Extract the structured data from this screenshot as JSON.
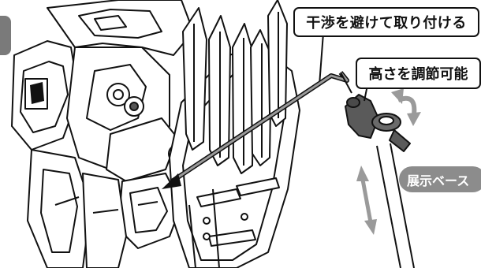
{
  "labels": {
    "avoid_interference": "干渉を避けて取り付ける",
    "height_adjustable": "高さを調節可能",
    "display_base": "展示ベース"
  },
  "colors": {
    "line": "#111111",
    "arrow_gray": "#8a8a8a",
    "pill_bg": "#8c8c8c",
    "joint_dark": "#5a5a5a"
  }
}
